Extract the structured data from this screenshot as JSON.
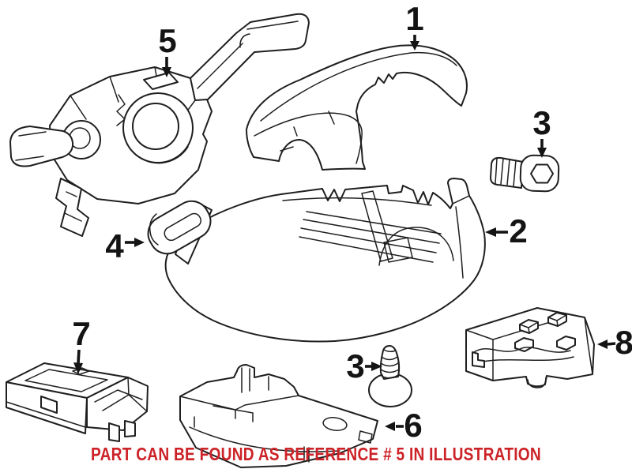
{
  "note": {
    "text": "PART CAN BE FOUND AS REFERENCE # 5 IN ILLUSTRATION"
  },
  "callouts": {
    "c1": {
      "label": "1"
    },
    "c2": {
      "label": "2"
    },
    "c3a": {
      "label": "3"
    },
    "c3b": {
      "label": "3"
    },
    "c4": {
      "label": "4"
    },
    "c5": {
      "label": "5"
    },
    "c6": {
      "label": "6"
    },
    "c7": {
      "label": "7"
    },
    "c8": {
      "label": "8"
    }
  },
  "colors": {
    "accent_red": "#cc2328",
    "line": "#1f1f1f",
    "background": "#ffffff"
  }
}
